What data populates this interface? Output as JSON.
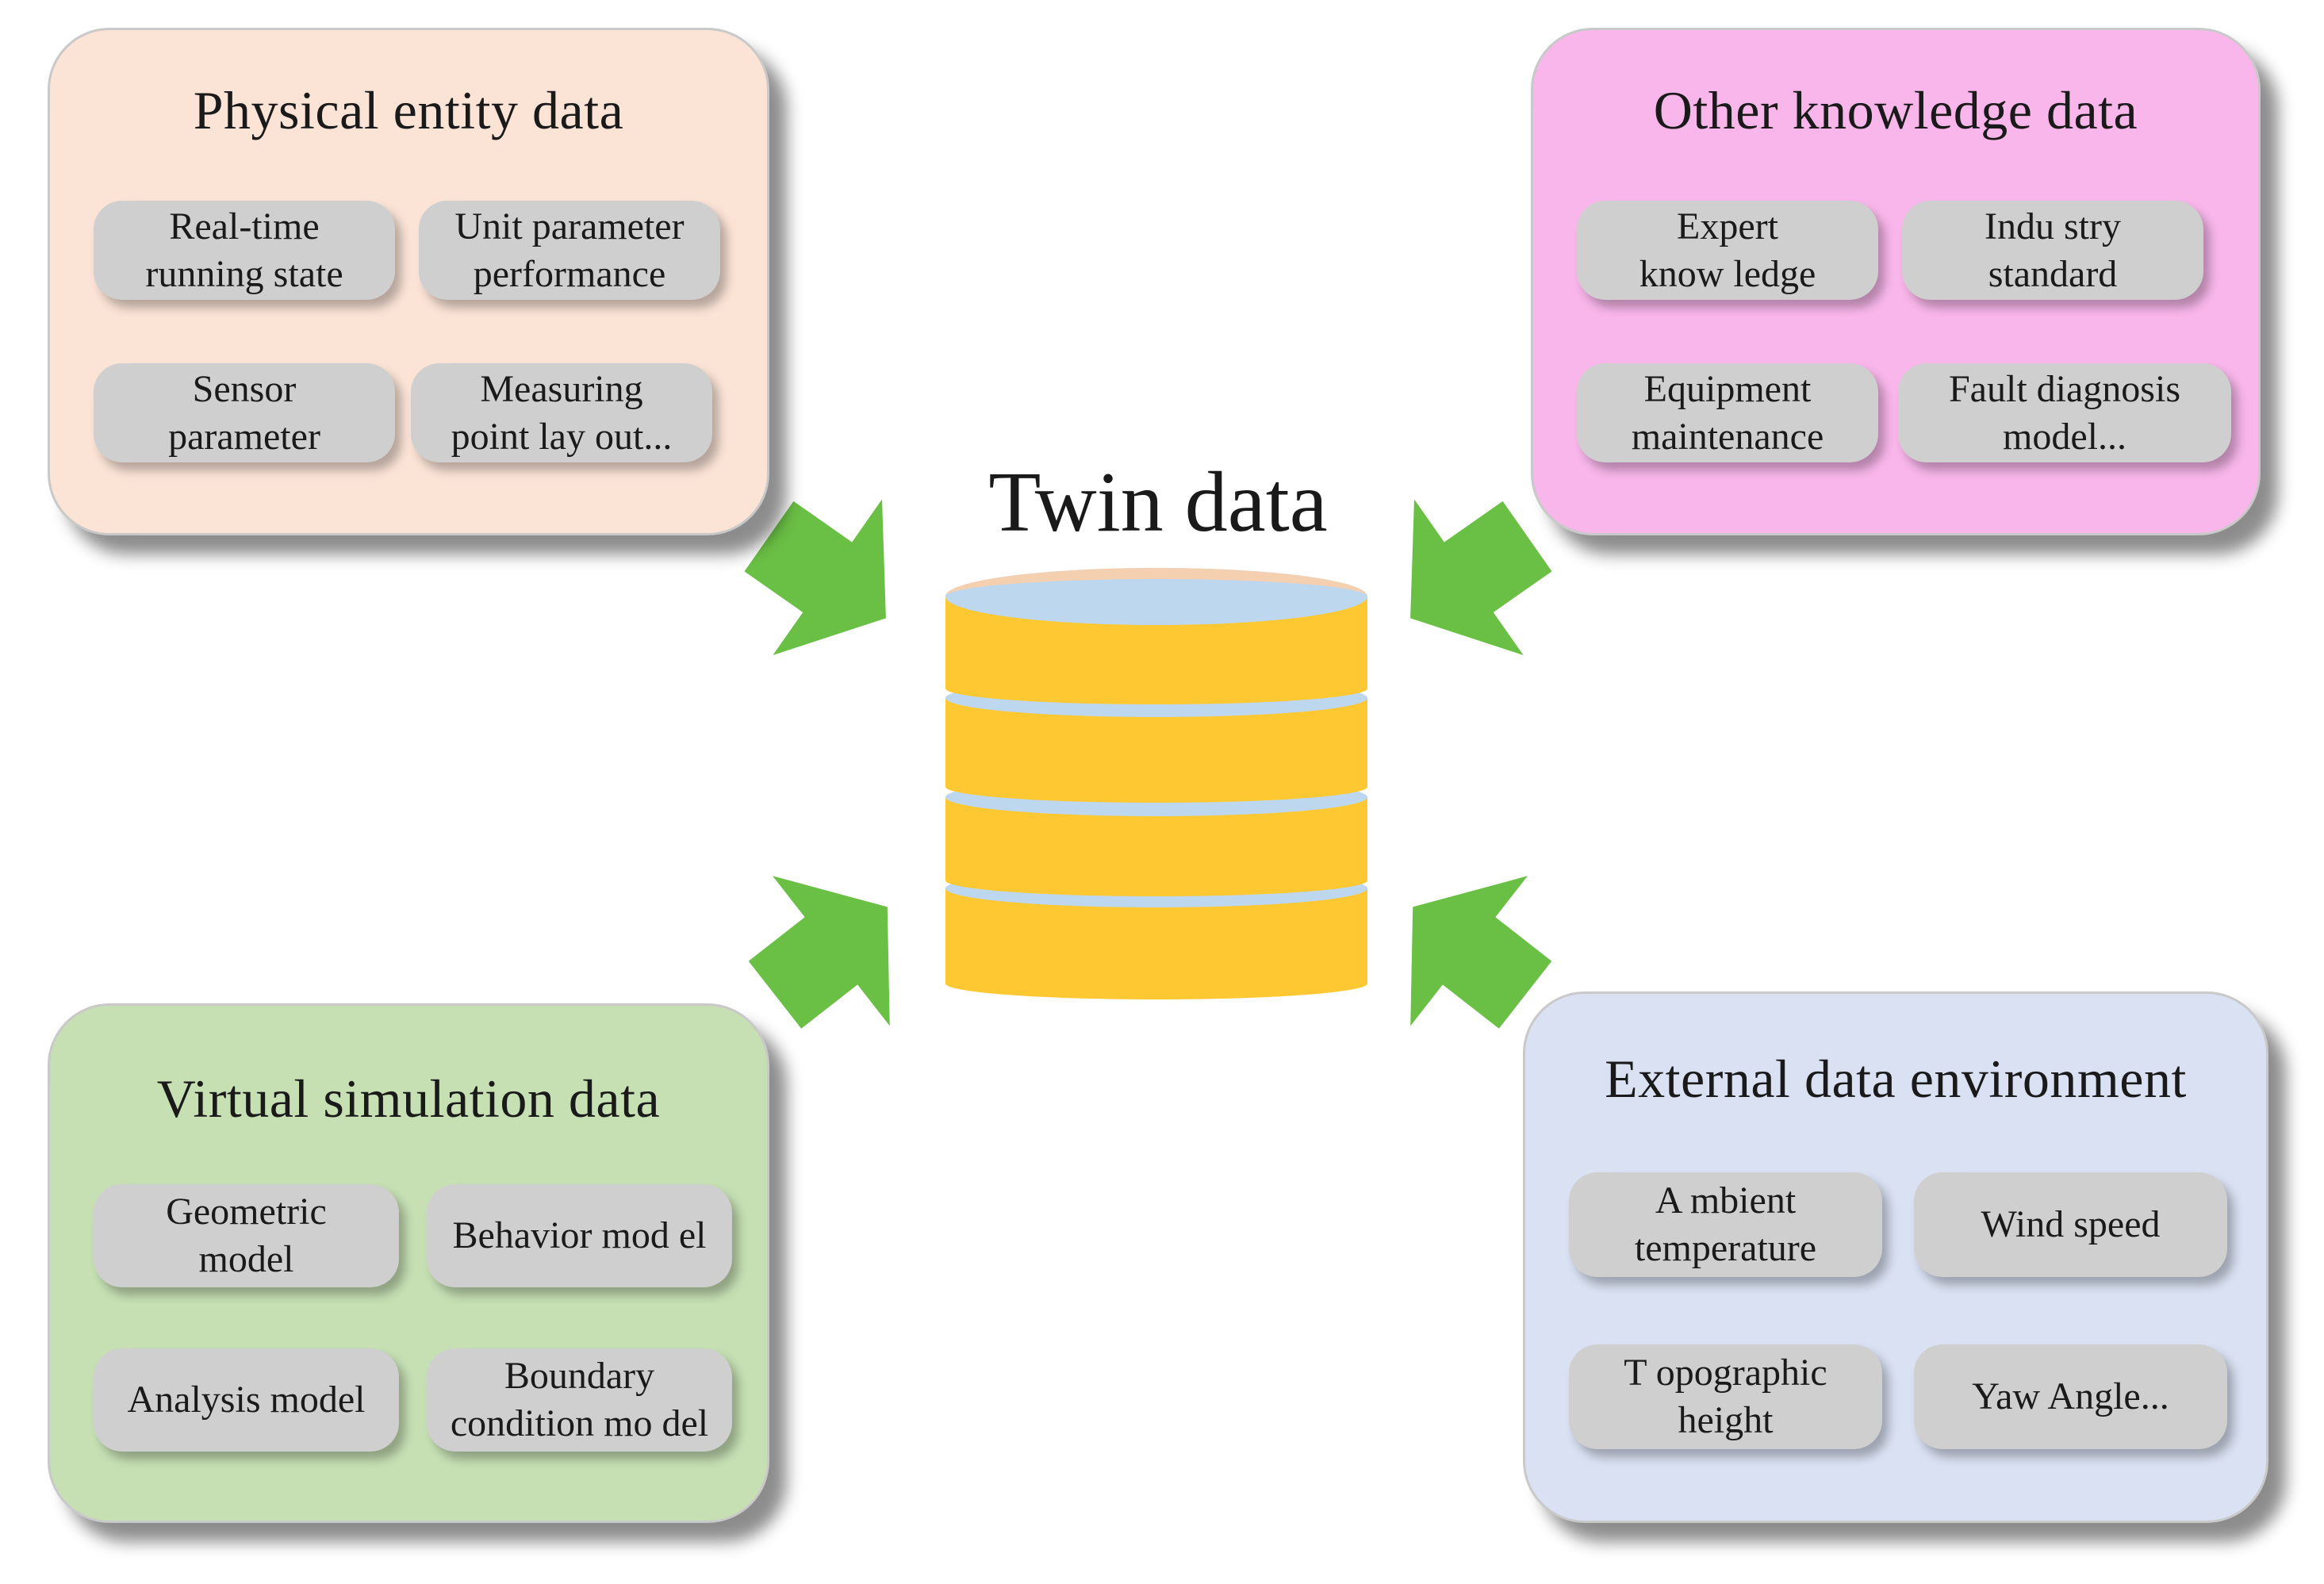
{
  "center": {
    "title": "Twin data"
  },
  "panels": {
    "physical": {
      "title": "Physical entity data",
      "color": "#fbe3d6",
      "items": [
        "Real-time\nrunning state",
        "Unit parameter\nperformance",
        "Sensor\nparameter",
        "Measuring\npoint lay out..."
      ]
    },
    "knowledge": {
      "title": "Other knowledge data",
      "color": "#f8b6ea",
      "items": [
        "Expert\nknow ledge",
        "Indu stry\nstandard",
        "Equipment\nmaintenance",
        "Fault diagnosis\nmodel..."
      ]
    },
    "virtual": {
      "title": "Virtual simulation data",
      "color": "#c6e0b4",
      "items": [
        "Geometric\nmodel",
        "Behavior mod el",
        "Analysis model",
        "Boundary\ncondition mo del"
      ]
    },
    "external": {
      "title": "External data environment",
      "color": "#d9e1f2",
      "items": [
        "A mbient\ntemperature",
        "Wind speed",
        "T opographic\nheight",
        "Yaw Angle..."
      ]
    }
  },
  "colors": {
    "arrow": "#6abf45",
    "cylinder_body": "#fdc831",
    "cylinder_top": "#bdd7ee",
    "cylinder_cap": "#f4cfb0",
    "chip": "#cfcfcf"
  }
}
